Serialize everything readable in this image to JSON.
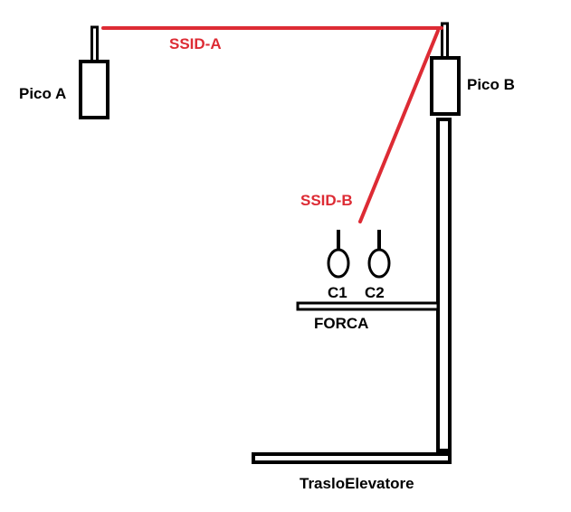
{
  "labels": {
    "pico_a": "Pico A",
    "pico_b": "Pico B",
    "ssid_a": "SSID-A",
    "ssid_b": "SSID-B",
    "c1": "C1",
    "c2": "C2",
    "forca": "FORCA",
    "traslo": "TrasloElevatore"
  },
  "colors": {
    "link": "#dd2b34",
    "outline": "#000000",
    "background": "#ffffff"
  }
}
